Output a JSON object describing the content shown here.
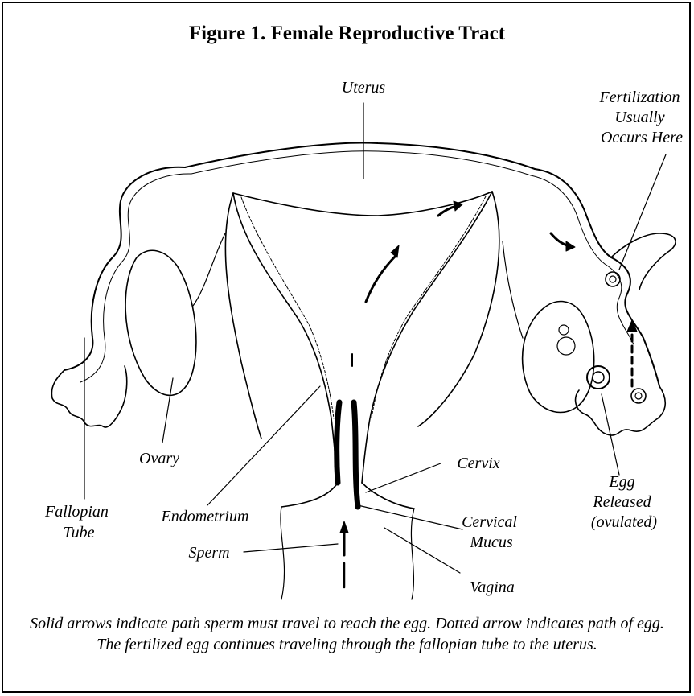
{
  "figure": {
    "title": "Figure 1. Female Reproductive Tract",
    "caption": "Solid arrows indicate path sperm must travel to reach the egg. Dotted arrow indicates path of egg. The fertilized egg continues traveling through the fallopian tube to the uterus."
  },
  "labels": {
    "uterus": "Uterus",
    "fertilization_line1": "Fertilization",
    "fertilization_line2": "Usually",
    "fertilization_line3": "Occurs Here",
    "ovary": "Ovary",
    "fallopian_line1": "Fallopian",
    "fallopian_line2": "Tube",
    "endometrium": "Endometrium",
    "cervix": "Cervix",
    "egg_line1": "Egg",
    "egg_line2": "Released",
    "egg_line3": "(ovulated)",
    "cervical_mucus_line1": "Cervical",
    "cervical_mucus_line2": "Mucus",
    "sperm": "Sperm",
    "vagina": "Vagina"
  }
}
